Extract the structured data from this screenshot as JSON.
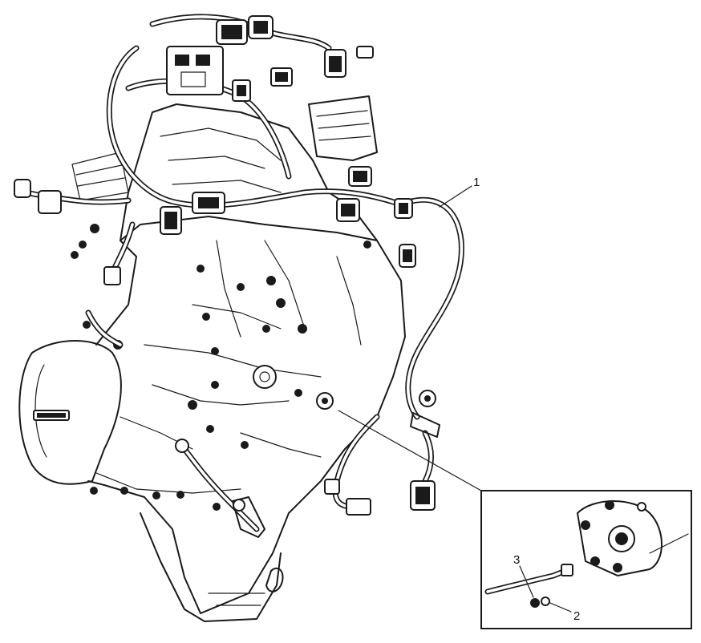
{
  "callouts": {
    "item_1": "1",
    "item_2": "2",
    "item_3": "3"
  },
  "colors": {
    "ink": "#1a1a1a",
    "background": "#ffffff"
  }
}
